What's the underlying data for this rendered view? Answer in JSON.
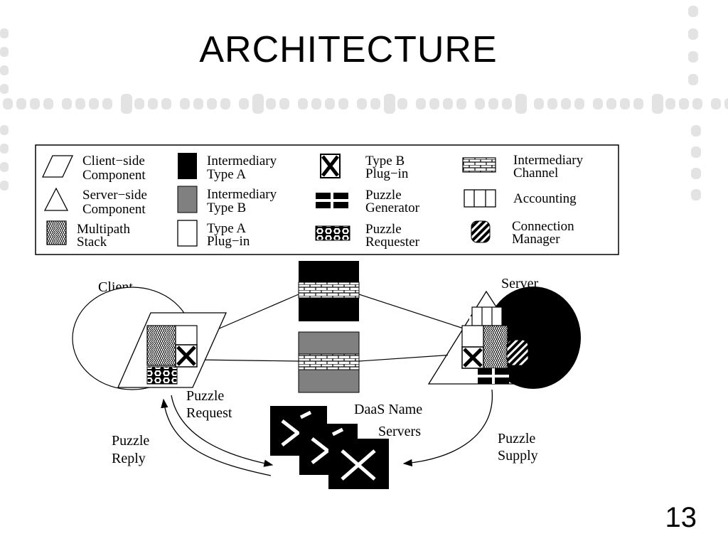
{
  "slide": {
    "title": "ARCHITECTURE",
    "number": "13"
  },
  "legend": {
    "client_side_component": [
      "Client−side",
      "Component"
    ],
    "server_side_component": [
      "Server−side",
      "Component"
    ],
    "multipath_stack": [
      "Multipath",
      "Stack"
    ],
    "intermediary_type_a": [
      "Intermediary",
      "Type A"
    ],
    "intermediary_type_b": [
      "Intermediary",
      "Type B"
    ],
    "type_a_plugin": [
      "Type A",
      "Plug−in"
    ],
    "type_b_plugin": [
      "Type B",
      "Plug−in"
    ],
    "puzzle_generator": [
      "Puzzle",
      "Generator"
    ],
    "puzzle_requester": [
      "Puzzle",
      "Requester"
    ],
    "intermediary_channel": [
      "Intermediary",
      "Channel"
    ],
    "accounting": [
      "Accounting"
    ],
    "connection_manager": [
      "Connection",
      "Manager"
    ]
  },
  "labels": {
    "client": "Client",
    "server": "Server",
    "puzzle_request": [
      "Puzzle",
      "Request"
    ],
    "puzzle_reply": [
      "Puzzle",
      "Reply"
    ],
    "puzzle_supply": [
      "Puzzle",
      "Supply"
    ],
    "daas_name_servers": [
      "DaaS Name",
      "Servers"
    ]
  },
  "colors": {
    "intermediary_type_a": "#000000",
    "intermediary_type_b": "#808080",
    "decor_dots": "#e3e3e3"
  }
}
